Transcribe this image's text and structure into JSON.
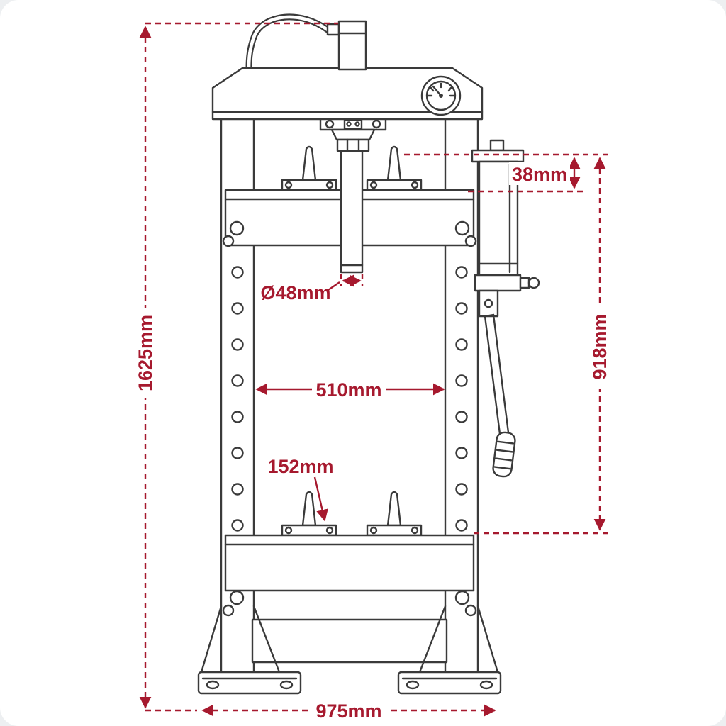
{
  "diagram": {
    "subject": "hydraulic workshop press dimension drawing (front view)",
    "colors": {
      "line": "#3a3a3a",
      "dimension": "#A6192E",
      "background": "#ffffff"
    },
    "dimensions": {
      "overall_height": "1625mm",
      "head_offset": "38mm",
      "ram_diameter": "Ø48mm",
      "internal_width": "510mm",
      "pump_height": "918mm",
      "pin_height": "152mm",
      "base_width": "975mm"
    }
  }
}
